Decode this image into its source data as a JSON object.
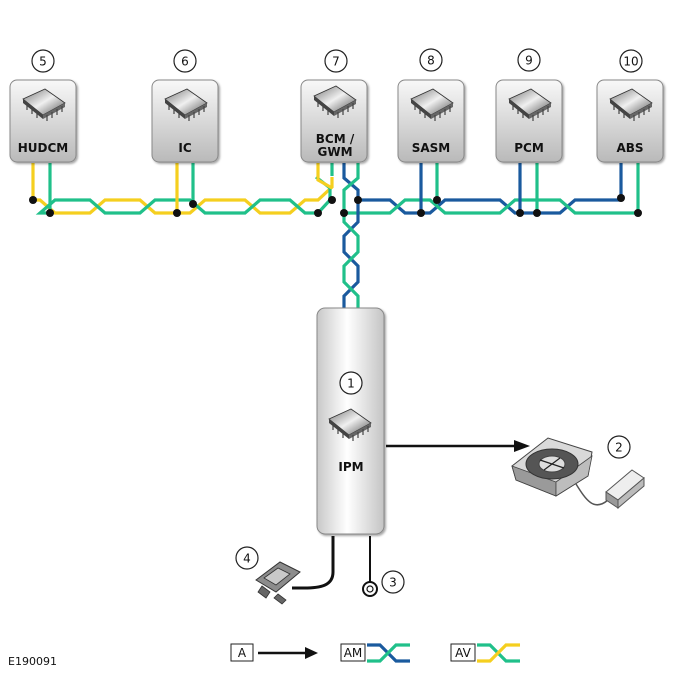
{
  "diagram": {
    "figure_id": "E190091",
    "colors": {
      "yellow": "#f5cf1f",
      "green": "#20c08a",
      "blue": "#1a5a9e",
      "black": "#111111"
    },
    "modules": [
      {
        "id": "hudcm",
        "num": "5",
        "label": "HUDCM"
      },
      {
        "id": "ic",
        "num": "6",
        "label": "IC"
      },
      {
        "id": "bcm",
        "num": "7",
        "label_line1": "BCM /",
        "label_line2": "GWM"
      },
      {
        "id": "sasm",
        "num": "8",
        "label": "SASM"
      },
      {
        "id": "pcm",
        "num": "9",
        "label": "PCM"
      },
      {
        "id": "abs",
        "num": "10",
        "label": "ABS"
      }
    ],
    "ipm": {
      "num": "1",
      "label": "IPM"
    },
    "fan": {
      "num": "2"
    },
    "ground": {
      "num": "3"
    },
    "fuse": {
      "num": "4"
    },
    "legend": [
      {
        "code": "A",
        "kind": "arrow"
      },
      {
        "code": "AM",
        "kind": "green-blue"
      },
      {
        "code": "AV",
        "kind": "green-yellow"
      }
    ]
  }
}
